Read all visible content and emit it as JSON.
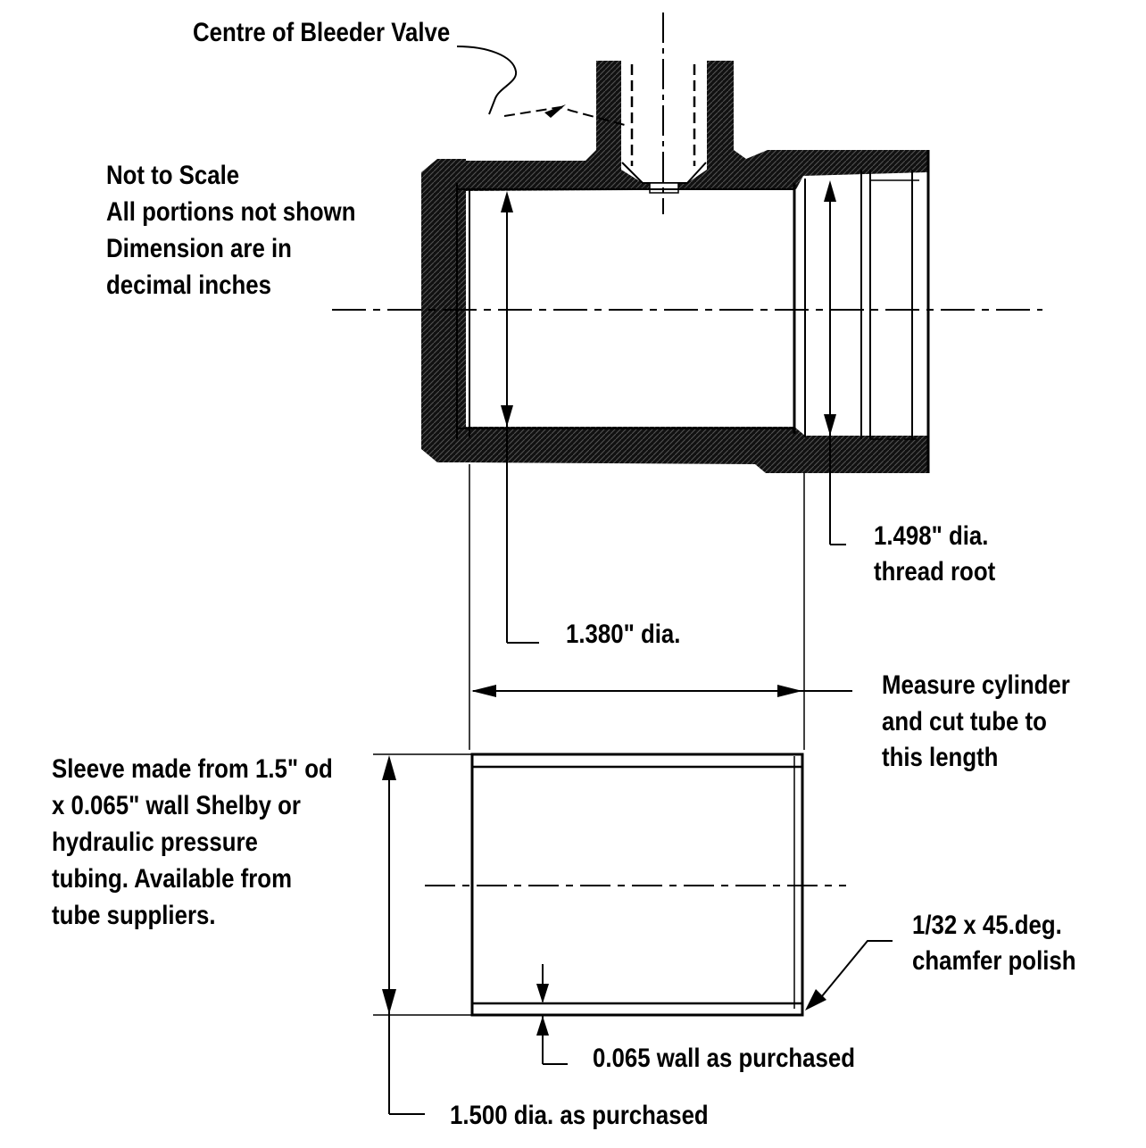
{
  "labels": {
    "centre_valve": "Centre of Bleeder Valve",
    "notes": [
      "Not to Scale",
      "All portions not shown",
      "Dimension are in",
      "decimal inches"
    ],
    "thread_root": [
      "1.498\" dia.",
      "thread root"
    ],
    "bore_dia": "1.380\" dia.",
    "measure": [
      "Measure cylinder",
      "and cut tube to",
      "this length"
    ],
    "sleeve": [
      "Sleeve made from 1.5\" od",
      "x 0.065\" wall  Shelby or",
      "hydraulic pressure",
      "tubing.  Available from",
      "tube suppliers."
    ],
    "chamfer": [
      "1/32 x 45.deg.",
      "chamfer polish"
    ],
    "wall": "0.065 wall as purchased",
    "od": "1.500 dia. as purchased"
  },
  "colors": {
    "ink": "#000000",
    "paper": "#ffffff"
  }
}
